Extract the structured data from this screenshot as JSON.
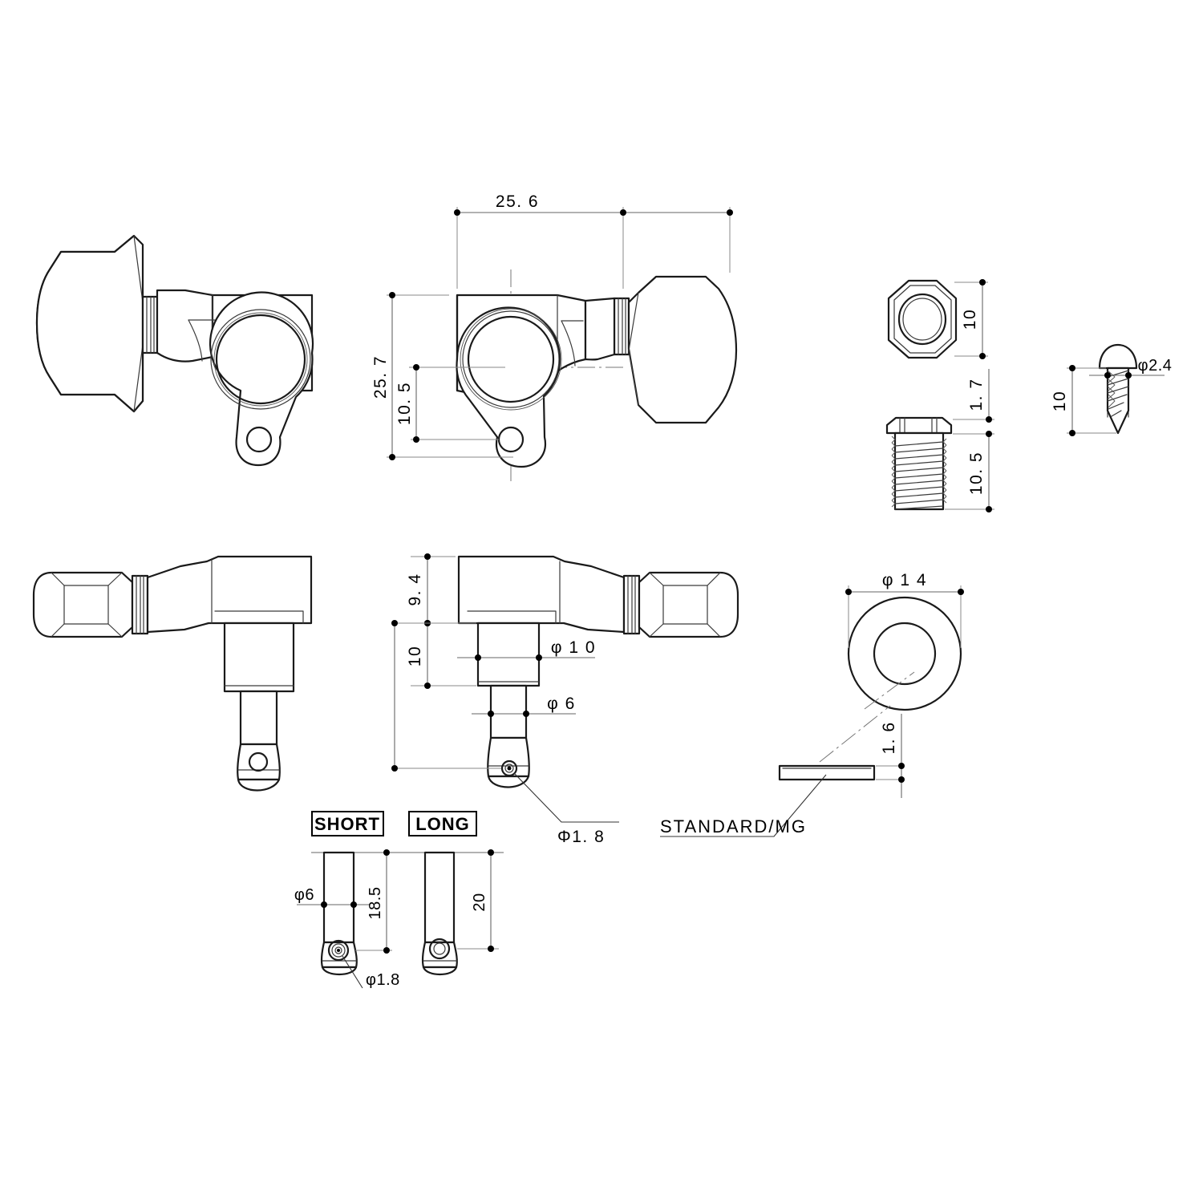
{
  "document": {
    "type": "technical-drawing",
    "subject": "guitar tuning machine (tuner) dimensional drawing",
    "background_color": "#ffffff",
    "line_color": "#1a1a1a",
    "dimension_color": "#666666"
  },
  "views": {
    "top_left": {
      "name": "Left-hand tuner, top view",
      "mirrored": true
    },
    "top_center": {
      "name": "Right-hand tuner, top view with dimensions"
    },
    "hex_nut": {
      "name": "Hex nut, plan view"
    },
    "screw": {
      "name": "Mounting screw, elevation"
    },
    "bushing": {
      "name": "Threaded bushing, elevation"
    },
    "side_left": {
      "name": "Left-hand tuner, side view"
    },
    "side_center": {
      "name": "Right-hand tuner, side view with dimensions"
    },
    "washer": {
      "name": "Washer, plan and edge view"
    },
    "posts": {
      "name": "String post length options"
    }
  },
  "dimensions": {
    "top_width": "25. 6",
    "top_height": "25. 7",
    "lug_offset": "10. 5",
    "nut_across_flats": "10",
    "screw_length": "10",
    "screw_diameter": "φ2.4",
    "bushing_head_thickness": "1. 7",
    "bushing_thread_length": "10. 5",
    "body_height": "9. 4",
    "collar_height": "10",
    "collar_diameter": "φ 1 0",
    "post_diameter": "φ 6",
    "string_hole": "Φ1. 8",
    "washer_diameter": "φ 1 4",
    "washer_thickness": "1. 6",
    "post_short_length": "18.5",
    "post_long_length": "20",
    "post_detail_diameter": "φ6",
    "post_detail_hole": "φ1.8"
  },
  "labels": {
    "short": "SHORT",
    "long": "LONG",
    "standard_mg": "STANDARD/MG"
  }
}
